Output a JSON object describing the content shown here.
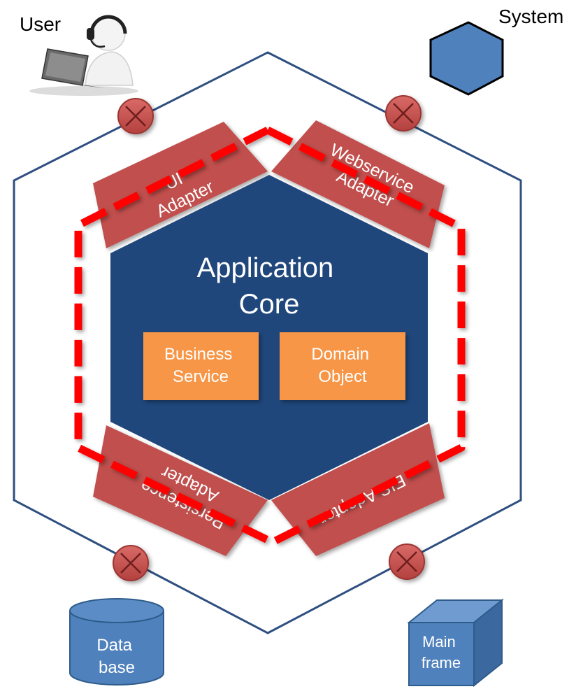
{
  "labels": {
    "user": "User",
    "system": "System",
    "core_line1": "Application",
    "core_line2": "Core",
    "business_line1": "Business",
    "business_line2": "Service",
    "domain_line1": "Domain",
    "domain_line2": "Object",
    "ui_line1": "UI",
    "ui_line2": "Adapter",
    "ws_line1": "Webservice",
    "ws_line2": "Adapter",
    "persist_line1": "Persistence",
    "persist_line2": "Adapter",
    "eis_line1": "EIS Adapter",
    "database_line1": "Data",
    "database_line2": "base",
    "mainframe_line1": "Main",
    "mainframe_line2": "frame"
  },
  "colors": {
    "outer_hexagon_stroke": "#2e4f80",
    "core_fill": "#1f477c",
    "adapter_fill": "#c0504d",
    "box_fill": "#f79646",
    "port_fill": "#c0504d",
    "dashed_boundary": "#ff0000",
    "storage_fill": "#4f81bd"
  },
  "icons": {
    "user": "user-at-laptop-icon",
    "system": "hexagon-system-icon",
    "database": "database-cylinder-icon",
    "mainframe": "mainframe-cube-icon",
    "port": "blocked-port-icon"
  }
}
